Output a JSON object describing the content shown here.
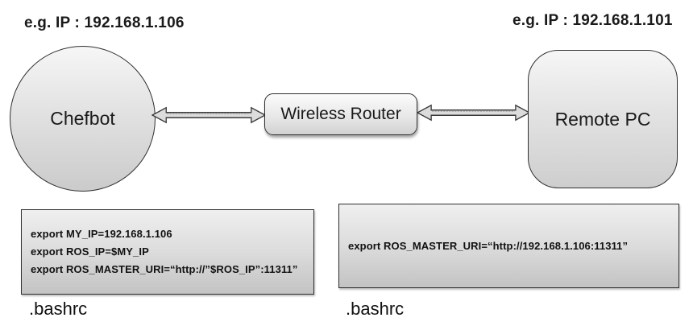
{
  "diagram": {
    "title_implicit": "ROS network configuration between robot and remote PC",
    "left_ip_label": "e.g. IP : 192.168.1.106",
    "right_ip_label": "e.g. IP : 192.168.1.101",
    "nodes": {
      "chefbot": {
        "label": "Chefbot",
        "shape": "circle"
      },
      "router": {
        "label": "Wireless Router",
        "shape": "rounded-rectangle"
      },
      "remote_pc": {
        "label": "Remote PC",
        "shape": "rounded-rectangle"
      }
    },
    "connections": [
      {
        "from": "chefbot",
        "to": "router",
        "type": "bidirectional-arrow"
      },
      {
        "from": "router",
        "to": "remote_pc",
        "type": "bidirectional-arrow"
      }
    ],
    "bash_left": {
      "lines": [
        "export MY_IP=192.168.1.106",
        "export ROS_IP=$MY_IP",
        "export ROS_MASTER_URI=“http://”$ROS_IP”:11311”"
      ],
      "caption": ".bashrc"
    },
    "bash_right": {
      "lines": [
        "export ROS_MASTER_URI=“http://192.168.1.106:11311”"
      ],
      "caption": ".bashrc"
    },
    "colors": {
      "background": "#ffffff",
      "node_border": "#2f2f2f",
      "node_fill_top": "#f6f6f6",
      "node_fill_bottom": "#cbcbcb",
      "arrow_fill": "#dcdcdc",
      "arrow_stroke": "#3a3a3a",
      "text": "#111111"
    }
  }
}
